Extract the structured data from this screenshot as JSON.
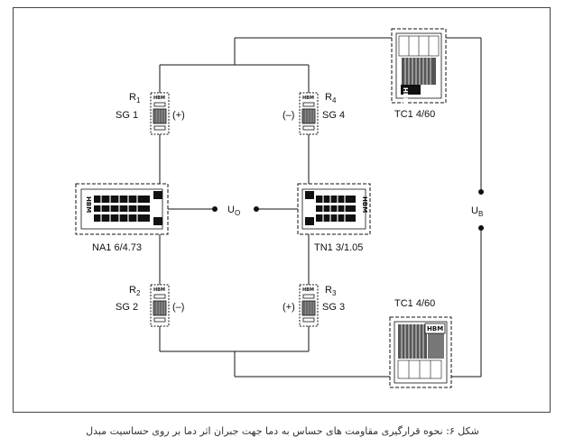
{
  "labels": {
    "r1": "R",
    "r1_sub": "1",
    "sg1": "SG 1",
    "sg1_sign": "(+)",
    "r4": "R",
    "r4_sub": "4",
    "sg4": "SG 4",
    "sg4_sign": "(–)",
    "r2": "R",
    "r2_sub": "2",
    "sg2": "SG 2",
    "sg2_sign": "(–)",
    "r3": "R",
    "r3_sub": "3",
    "sg3": "SG 3",
    "sg3_sign": "(+)",
    "uo": "U",
    "uo_sub": "O",
    "ub": "U",
    "ub_sub": "B",
    "na1": "NA1 6/4.73",
    "tn1": "TN1 3/1.05",
    "tc1_top": "TC1 4/60",
    "tc1_bottom": "TC1 4/60",
    "brand": "HBM"
  },
  "caption": "شکل ۶: نحوه قرارگیری مقاومت های حساس به دما جهت جبران اثر دما بر روی حساسیت مبدل"
}
